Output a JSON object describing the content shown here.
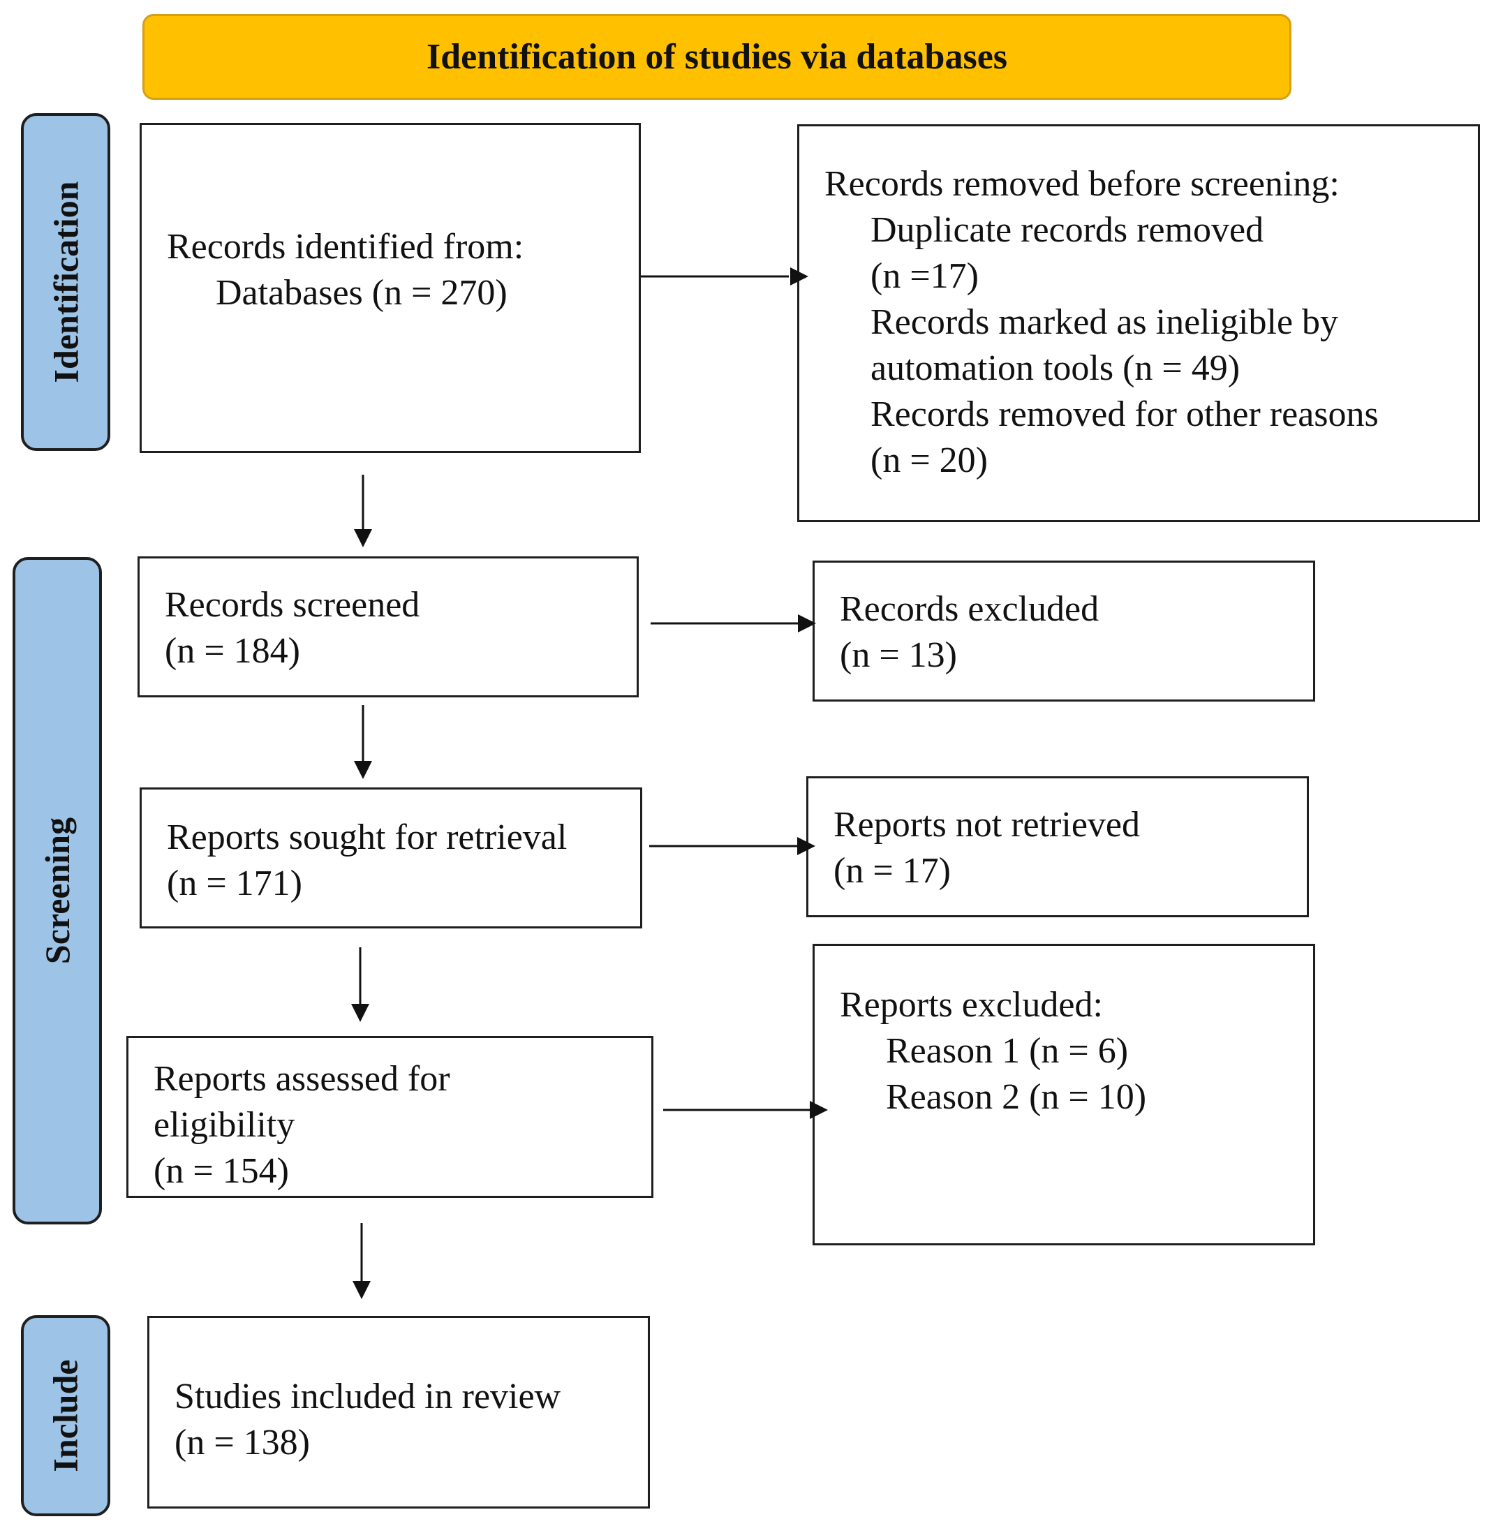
{
  "header": {
    "title": "Identification of studies via databases",
    "color": "#ffc000"
  },
  "phases": {
    "identification": "Identification",
    "screening": "Screening",
    "include": "Include",
    "color": "#9dc3e6"
  },
  "boxes": {
    "identified": {
      "line1": "Records identified from:",
      "line2": "Databases (n = 270)"
    },
    "removed": {
      "title": "Records removed before screening:",
      "item1": "Duplicate records removed",
      "item1_n": "(n =17)",
      "item2": "Records marked as ineligible by",
      "item2_cont": "automation tools (n = 49)",
      "item3": "Records removed for other reasons",
      "item3_n": "(n = 20)"
    },
    "screened": {
      "label": "Records screened",
      "n": "(n = 184)"
    },
    "excluded": {
      "label": "Records excluded",
      "n": "(n = 13)"
    },
    "sought": {
      "label": "Reports sought for retrieval",
      "n": "(n = 171)"
    },
    "not_retrieved": {
      "label": "Reports not retrieved",
      "n": "(n = 17)"
    },
    "assessed": {
      "label1": "Reports assessed for",
      "label2": "eligibility",
      "n": "(n = 154)"
    },
    "reports_excluded": {
      "title": "Reports excluded:",
      "reason1": "Reason 1 (n = 6)",
      "reason2": "Reason 2 (n = 10)"
    },
    "included": {
      "label": "Studies included in review",
      "n": "(n = 138)"
    }
  }
}
